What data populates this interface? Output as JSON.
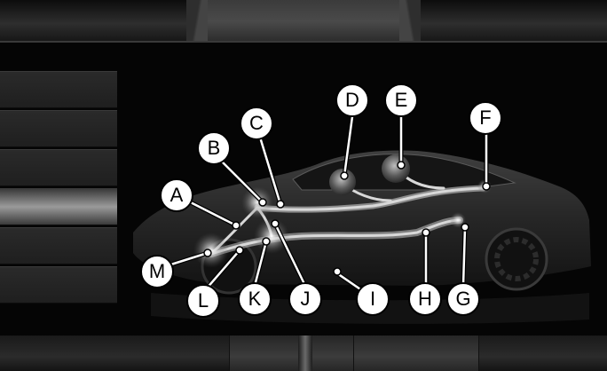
{
  "callouts": {
    "A": "A",
    "B": "B",
    "C": "C",
    "D": "D",
    "E": "E",
    "F": "F",
    "G": "G",
    "H": "H",
    "I": "I",
    "J": "J",
    "K": "K",
    "L": "L",
    "M": "M"
  },
  "side_menu": {
    "item_count": 6,
    "active_index": 3
  },
  "colors": {
    "background": "#050505",
    "callout_fill": "#ffffff",
    "callout_text": "#000000",
    "cable_glow": "#d8d8d8"
  }
}
